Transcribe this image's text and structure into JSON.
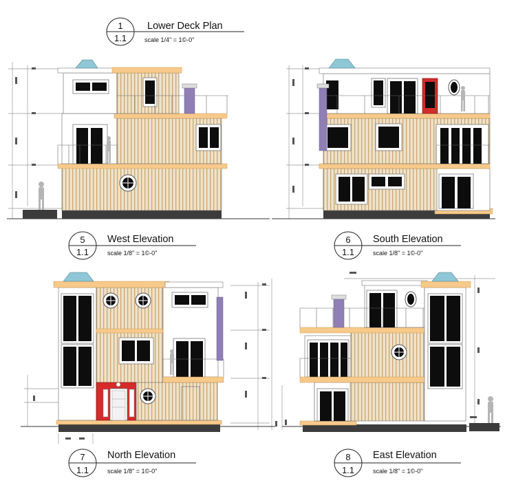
{
  "drawings": [
    {
      "id": "lower-deck-plan",
      "number": "1",
      "sheet": "1.1",
      "title": "Lower Deck Plan",
      "scale": "scale 1/4\" = 1©-0\""
    },
    {
      "id": "west-elevation",
      "number": "5",
      "sheet": "1.1",
      "title": "West Elevation",
      "scale": "scale 1/8\" = 1©-0\""
    },
    {
      "id": "south-elevation",
      "number": "6",
      "sheet": "1.1",
      "title": "South Elevation",
      "scale": "scale 1/8\" = 1©-0\""
    },
    {
      "id": "north-elevation",
      "number": "7",
      "sheet": "1.1",
      "title": "North Elevation",
      "scale": "scale 1/8\" = 1©-0\""
    },
    {
      "id": "east-elevation",
      "number": "8",
      "sheet": "1.1",
      "title": "East Elevation",
      "scale": "scale 1/8\" = 1©-0\""
    }
  ],
  "colors": {
    "siding": "#efe2c8",
    "siding_stripe": "#c8a878",
    "deck_trim": "#f7c98a",
    "chimney": "#8f7fb5",
    "accent_door": "#d42b2b",
    "glass": "#0d0d0d",
    "skylight": "#8fc7d6",
    "foundation": "#3c3c3c",
    "figure": "#b5b5b5"
  }
}
